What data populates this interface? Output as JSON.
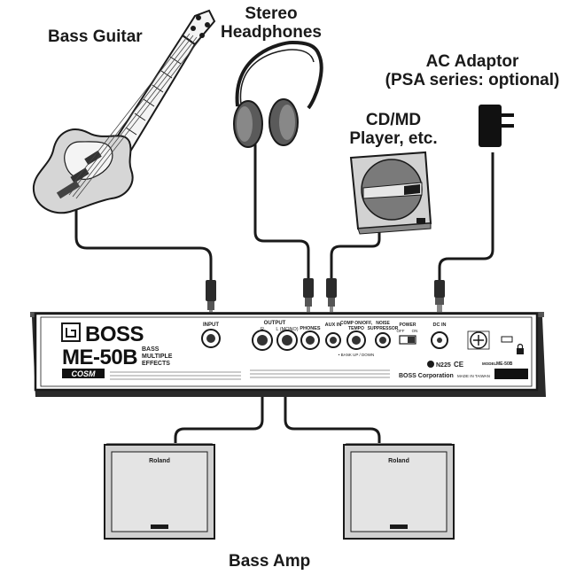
{
  "labels": {
    "bass_guitar": "Bass Guitar",
    "headphones_line1": "Stereo",
    "headphones_line2": "Headphones",
    "ac_line1": "AC Adaptor",
    "ac_line2": "(PSA series: optional)",
    "cd_line1": "CD/MD",
    "cd_line2": "Player, etc.",
    "bass_amp": "Bass Amp"
  },
  "device": {
    "brand": "BOSS",
    "model": "ME-50B",
    "subtitle_1": "BASS",
    "subtitle_2": "MULTIPLE",
    "subtitle_3": "EFFECTS",
    "tech_badge": "COSM",
    "jack_input": "INPUT",
    "jack_output": "OUTPUT",
    "jack_output_r": "R",
    "jack_output_l": "L (MONO)",
    "jack_phones": "PHONES",
    "jack_aux": "AUX IN",
    "jack_comp_1": "COMP ON/OFF,",
    "jack_comp_2": "TEMPO",
    "jack_noise_1": "NOISE",
    "jack_noise_2": "SUPPRESSOR",
    "jack_power": "POWER",
    "power_off": "OFF",
    "power_on": "ON",
    "jack_dc_in": "DC IN",
    "bank_label": "• BANK UP / DOWN",
    "cert_code": "N225",
    "ce_mark": "CE",
    "corporation": "BOSS Corporation",
    "made_in": "MADE IN TAIWAN",
    "model_label": "MODEL",
    "model_value": "ME-50B"
  },
  "amp": {
    "brand": "Roland"
  }
}
